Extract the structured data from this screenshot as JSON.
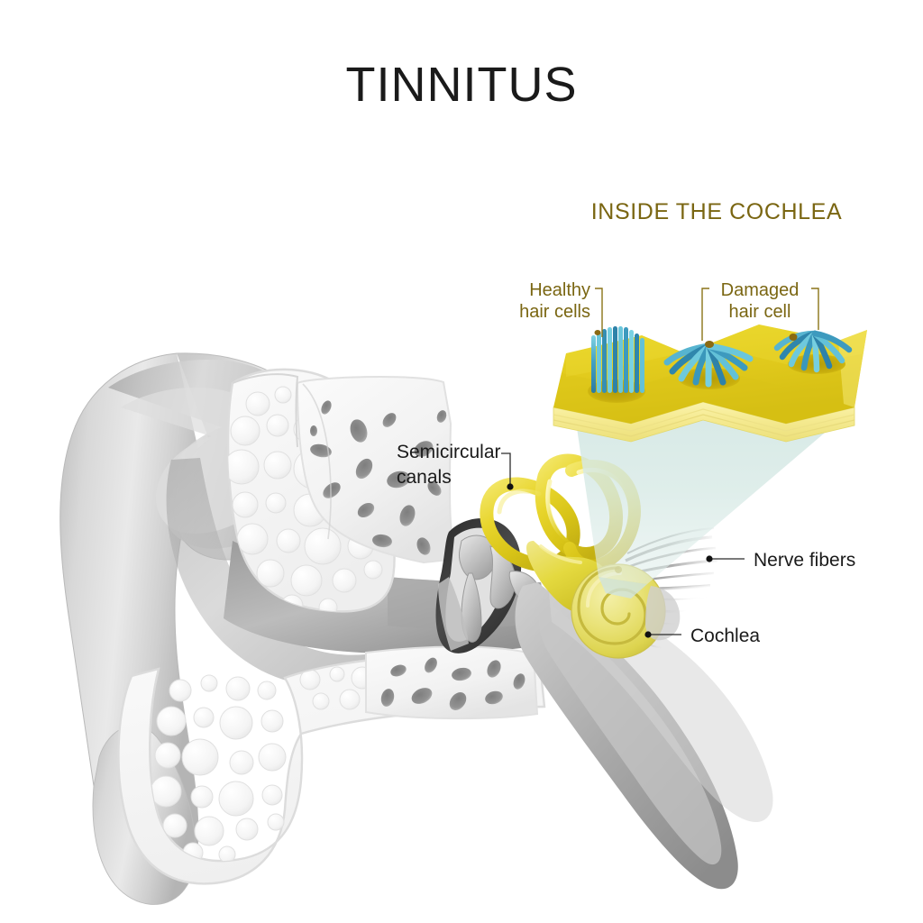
{
  "page": {
    "title": "TINNITUS",
    "background_color": "#ffffff"
  },
  "inset": {
    "heading": "INSIDE THE COCHLEA",
    "heading_color": "#7a6612",
    "membrane_top_color": "#e3cc1e",
    "membrane_edge_color": "#f7f0a8",
    "cone_color": "#d5e8e4",
    "hair_cell_color": "#4aa8c8",
    "callouts": [
      {
        "id": "healthy-hair-cells",
        "label_line_1": "Healthy",
        "label_line_2": "hair cells",
        "color": "#7a6612",
        "leader": "bracket-right"
      },
      {
        "id": "damaged-hair-cell",
        "label_line_1": "Damaged",
        "label_line_2": "hair cell",
        "color": "#7a6612",
        "leader": "bracket-both"
      }
    ]
  },
  "ear_diagram": {
    "callouts": [
      {
        "id": "semicircular-canals",
        "label_line_1": "Semicircular",
        "label_line_2": "canals",
        "color": "#1a1a1a",
        "leader": "elbow-right-down"
      },
      {
        "id": "nerve-fibers",
        "label_line_1": "Nerve fibers",
        "label_line_2": "",
        "color": "#1a1a1a",
        "leader": "horizontal-left"
      },
      {
        "id": "cochlea",
        "label_line_1": "Cochlea",
        "label_line_2": "",
        "color": "#1a1a1a",
        "leader": "horizontal-left"
      }
    ],
    "structures": {
      "pinna_color": "#d9d9d9",
      "cartilage_color": "#efefef",
      "bone_color": "#f4f4f4",
      "bone_cavity_color": "#8e8e8e",
      "ossicle_color": "#3a3a3a",
      "cochlea_color": "#e6e06a",
      "canal_color": "#e8d83a",
      "nerve_color": "#9a9a9a"
    }
  }
}
